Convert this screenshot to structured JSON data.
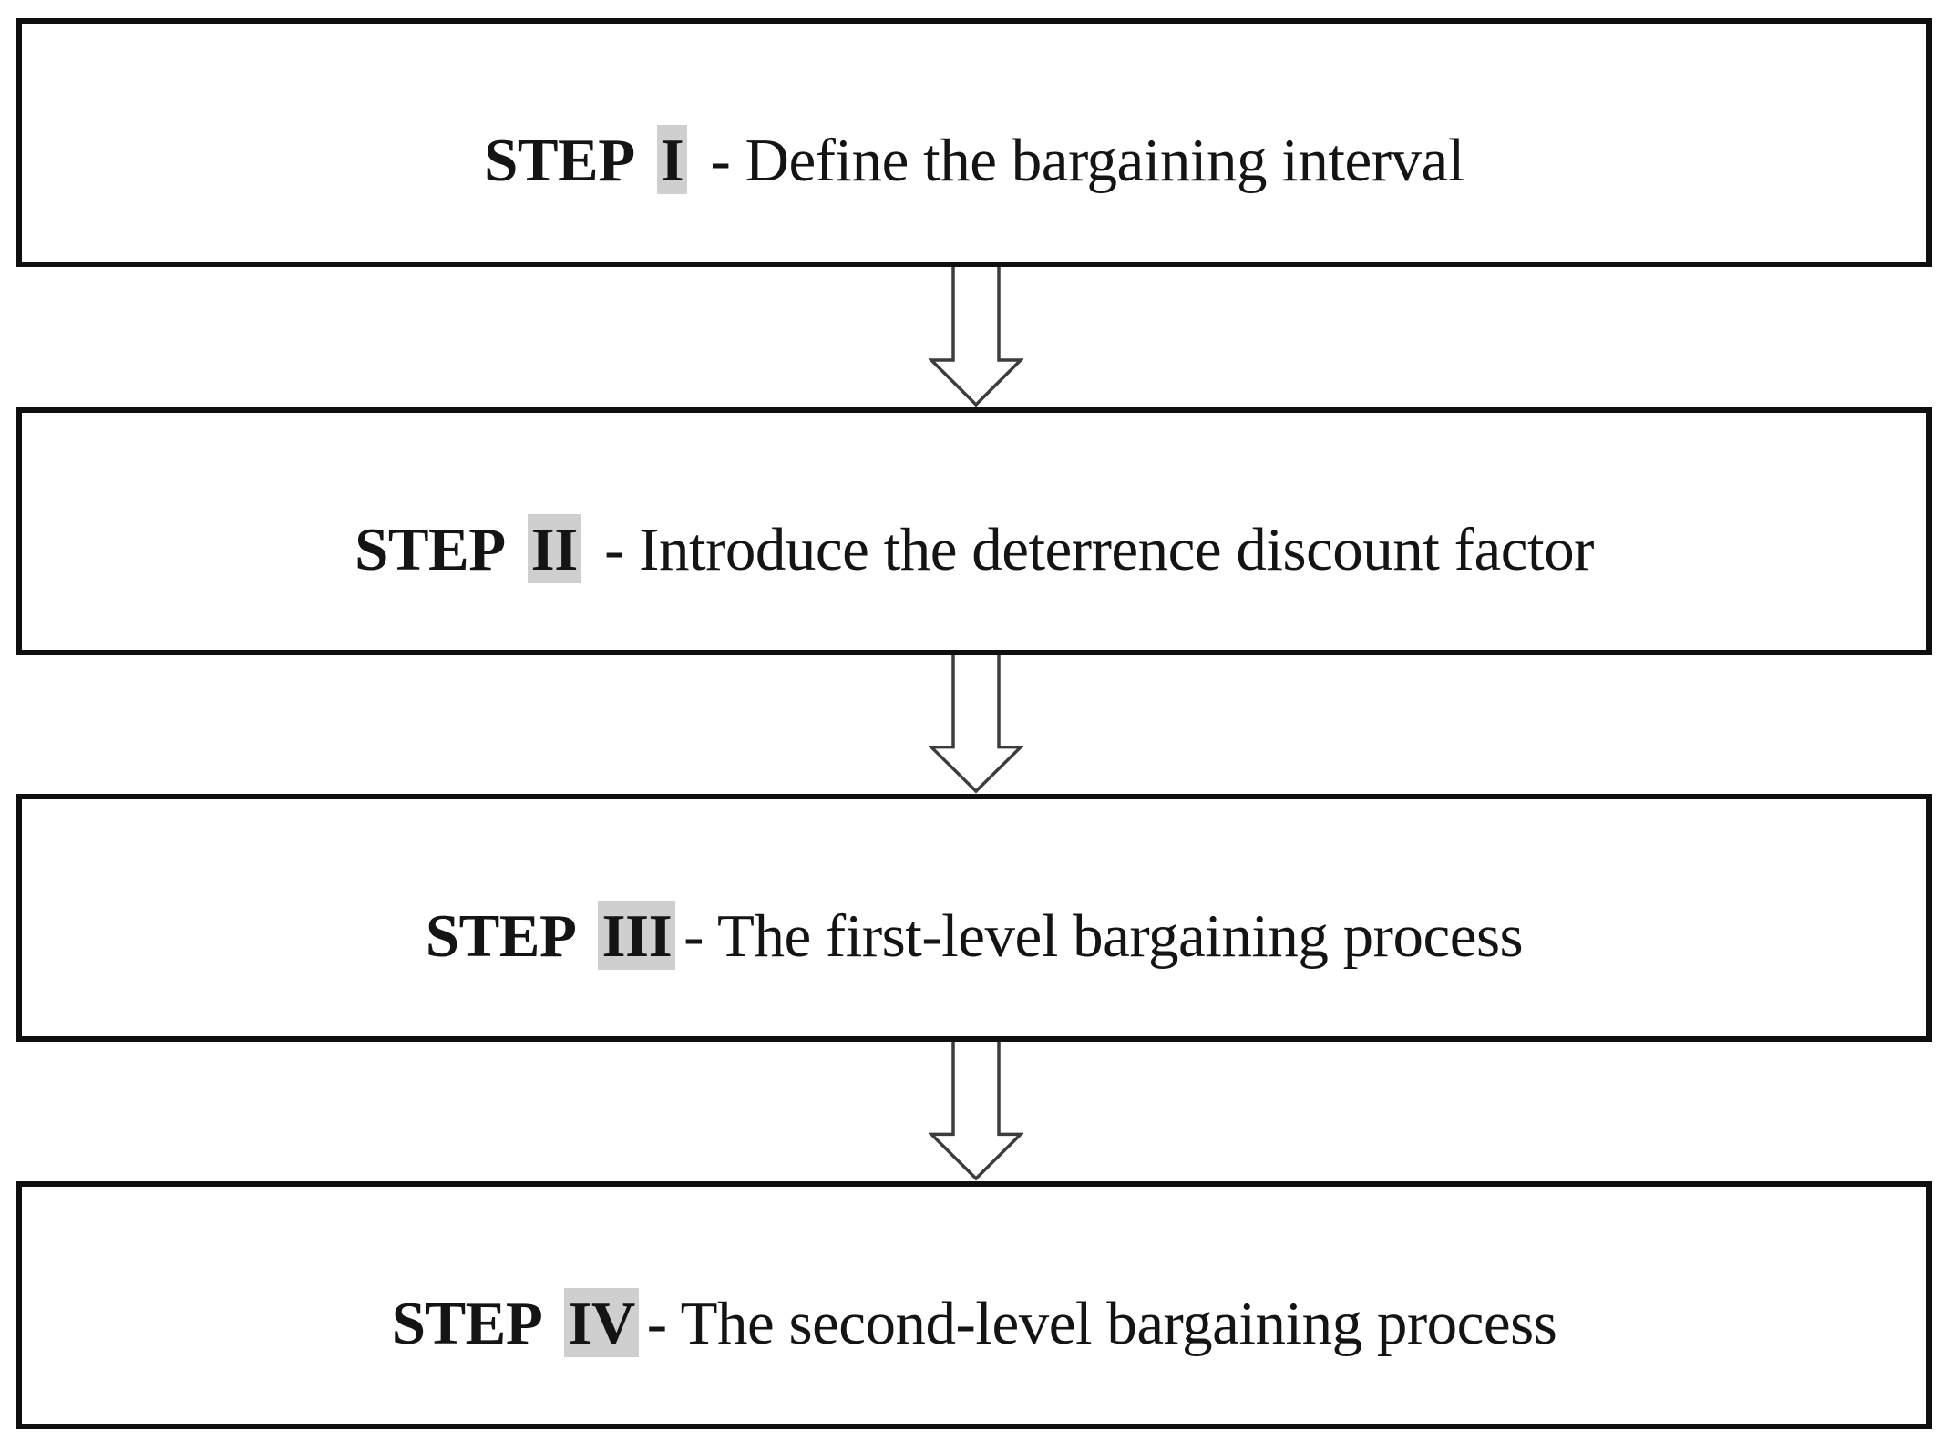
{
  "figure": {
    "type": "flowchart",
    "direction": "top-to-bottom",
    "steps": [
      {
        "prefix": "STEP",
        "numeral": "I",
        "suffix": " - Define the bargaining interval"
      },
      {
        "prefix": "STEP",
        "numeral": "II",
        "suffix": " - Introduce the deterrence discount factor"
      },
      {
        "prefix": "STEP",
        "numeral": "III",
        "suffix": "- The first-level bargaining process"
      },
      {
        "prefix": "STEP",
        "numeral": "IV",
        "suffix": "- The second-level bargaining process"
      }
    ],
    "connectors": {
      "icon": "down-block-arrow-icon",
      "count": 3
    },
    "colors": {
      "background": "#ffffff",
      "box_fill": "#ffffff",
      "box_border": "#0f0f0f",
      "text": "#141414",
      "numeral_highlight": "#cfcfcf",
      "arrow_fill": "#ffffff",
      "arrow_outline": "#3c3c3c"
    }
  }
}
